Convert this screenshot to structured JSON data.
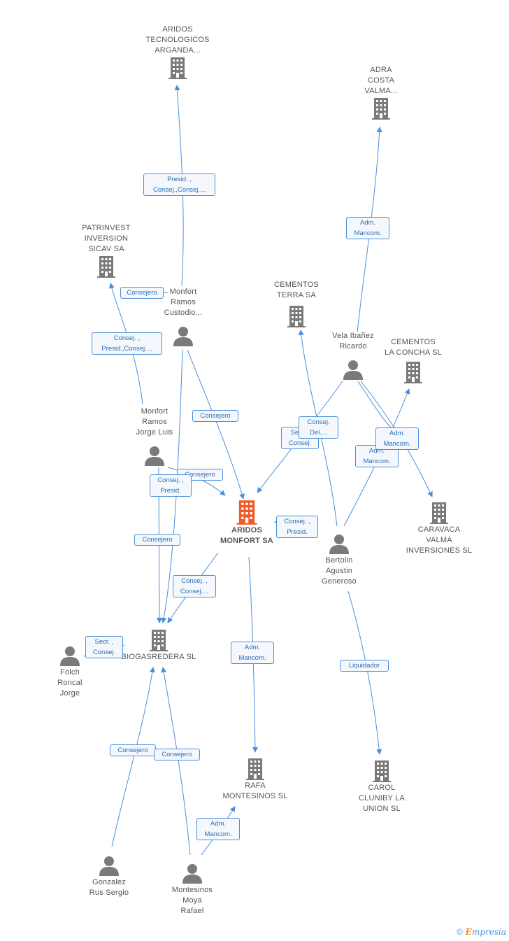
{
  "nodes": {
    "aridos_tecnologicos": {
      "kind": "company",
      "lines": [
        "ARIDOS",
        "TECNOLOGICOS",
        "ARGANDA..."
      ]
    },
    "adra_costa": {
      "kind": "company",
      "lines": [
        "ADRA",
        "COSTA",
        "VALMA..."
      ]
    },
    "patrinvest": {
      "kind": "company",
      "lines": [
        "PATRINVEST",
        "INVERSION",
        "SICAV SA"
      ]
    },
    "monfort_ramos_custodio": {
      "kind": "person",
      "lines": [
        "Monfort",
        "Ramos",
        "Custodio..."
      ]
    },
    "cementos_terra": {
      "kind": "company",
      "lines": [
        "CEMENTOS",
        "TERRA SA"
      ]
    },
    "vela_ibanez": {
      "kind": "person",
      "lines": [
        "Vela Ibañez",
        "Ricardo"
      ]
    },
    "cementos_la_concha": {
      "kind": "company",
      "lines": [
        "CEMENTOS",
        "LA CONCHA SL"
      ]
    },
    "monfort_ramos_jorge": {
      "kind": "person",
      "lines": [
        "Monfort",
        "Ramos",
        "Jorge Luis"
      ]
    },
    "aridos_monfort": {
      "kind": "company",
      "main": true,
      "lines": [
        "ARIDOS",
        "MONFORT SA"
      ]
    },
    "caravaca_valma": {
      "kind": "company",
      "lines": [
        "CARAVACA",
        "VALMA",
        "INVERSIONES SL"
      ]
    },
    "bertolin": {
      "kind": "person",
      "lines": [
        "Bertolin",
        "Agustin",
        "Generoso"
      ]
    },
    "biogasredera": {
      "kind": "company",
      "lines": [
        "BIOGASREDERA SL"
      ]
    },
    "folch": {
      "kind": "person",
      "lines": [
        "Folch",
        "Roncal",
        "Jorge"
      ]
    },
    "rafa_montesinos": {
      "kind": "company",
      "lines": [
        "RAFA",
        "MONTESINOS SL"
      ]
    },
    "carol_cluniby": {
      "kind": "company",
      "lines": [
        "CAROL",
        "CLUNIBY LA",
        "UNION SL"
      ]
    },
    "gonzalez_rus": {
      "kind": "person",
      "lines": [
        "Gonzalez",
        "Rus Sergio"
      ]
    },
    "montesinos_moya": {
      "kind": "person",
      "lines": [
        "Montesinos",
        "Moya",
        "Rafael"
      ]
    }
  },
  "relations": {
    "r1": [
      "Presid. ,",
      "Consej.,Consej...."
    ],
    "r2": [
      "Adm.",
      "Mancom."
    ],
    "r3": [
      "Consejero"
    ],
    "r4": [
      "Consej. ,",
      "Presid.,Consej...."
    ],
    "r5": [
      "Consejero"
    ],
    "r6": [
      "Secr. ,",
      "Consej."
    ],
    "r7": [
      "Consej.",
      "Del...."
    ],
    "r8": [
      "Adm.",
      "Mancom."
    ],
    "r9": [
      "Adm.",
      "Mancom."
    ],
    "r10": [
      "Consejero"
    ],
    "r11": [
      "Consej. ,",
      "Presid."
    ],
    "r12": [
      "Consej. ,",
      "Presid."
    ],
    "r13": [
      "Consejero"
    ],
    "r14": [
      "Consej. ,",
      "Consej...."
    ],
    "r15": [
      "Secr. ,",
      "Consej."
    ],
    "r16": [
      "Adm.",
      "Mancom."
    ],
    "r17": [
      "Liquidador"
    ],
    "r18": [
      "Consejero"
    ],
    "r19": [
      "Consejero"
    ],
    "r20": [
      "Adm.",
      "Mancom."
    ]
  },
  "colors": {
    "company": "#7a7a7a",
    "main": "#f05a28",
    "person": "#7a7a7a",
    "edge": "#4a90d9"
  },
  "brand": {
    "copyright": "©",
    "first_letter": "E",
    "rest": "mpresia"
  }
}
